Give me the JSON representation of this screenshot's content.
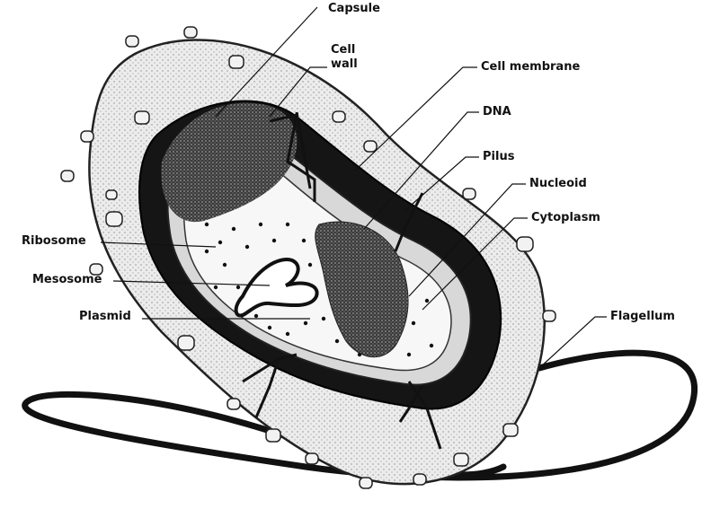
{
  "labels": {
    "capsule": "Capsule",
    "cell_wall_1": "Cell",
    "cell_wall_2": "wall",
    "cell_membrane": "Cell membrane",
    "dna": "DNA",
    "pilus": "Pilus",
    "nucleoid": "Nucleoid",
    "cytoplasm": "Cytoplasm",
    "ribosome": "Ribosome",
    "mesosome": "Mesosome",
    "plasmid": "Plasmid",
    "flagellum": "Flagellum"
  },
  "colors": {
    "ink": "#111111",
    "capsule_fill": "#e9e9e9",
    "cytoplasm_fill": "#f7f7f7",
    "background": "#ffffff"
  }
}
